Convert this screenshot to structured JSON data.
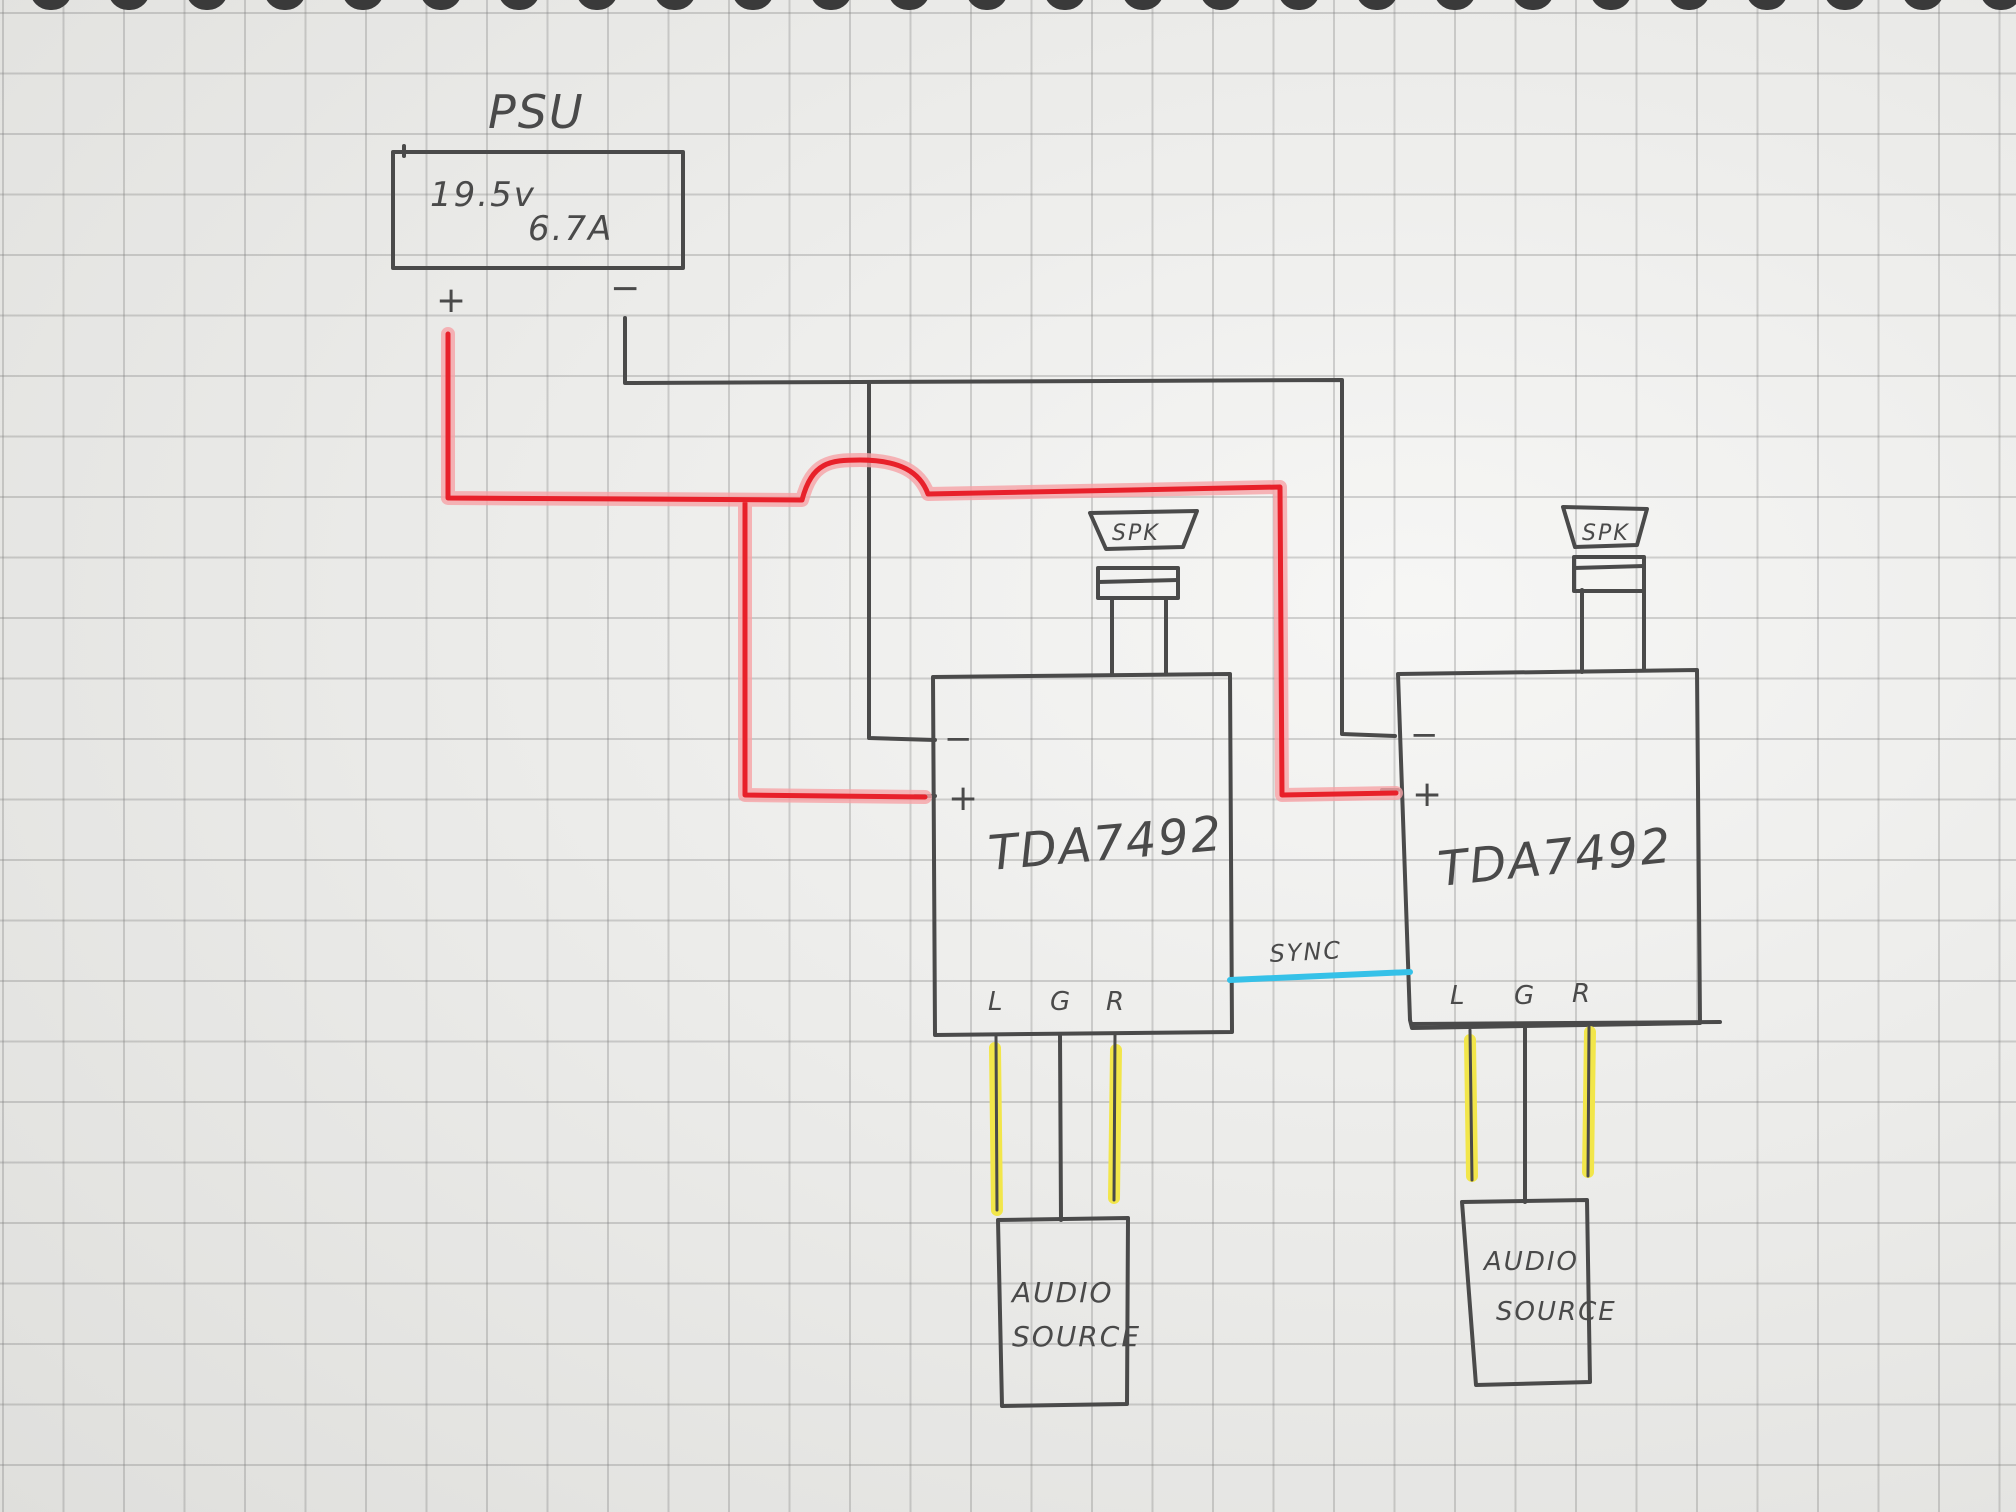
{
  "psu": {
    "title": "PSU",
    "voltage": "19.5v",
    "current": "6.7A",
    "plus": "+",
    "minus": "−"
  },
  "amps": [
    {
      "label": "TDA7492",
      "minus": "−",
      "plus": "+",
      "speaker": "SPK",
      "pins": {
        "l": "L",
        "g": "G",
        "r": "R"
      },
      "source": {
        "line1": "AUDIO",
        "line2": "SOURCE"
      }
    },
    {
      "label": "TDA7492",
      "minus": "−",
      "plus": "+",
      "speaker": "SPK",
      "pins": {
        "l": "L",
        "g": "G",
        "r": "R"
      },
      "source": {
        "line1": "AUDIO",
        "line2": "SOURCE"
      }
    }
  ],
  "sync": "SYNC",
  "colors": {
    "ink": "#4a4a4a",
    "power_positive": "#e8202a",
    "power_glow": "#f6a3a6",
    "sync": "#35c1e8",
    "audio": "#f2e64a"
  }
}
